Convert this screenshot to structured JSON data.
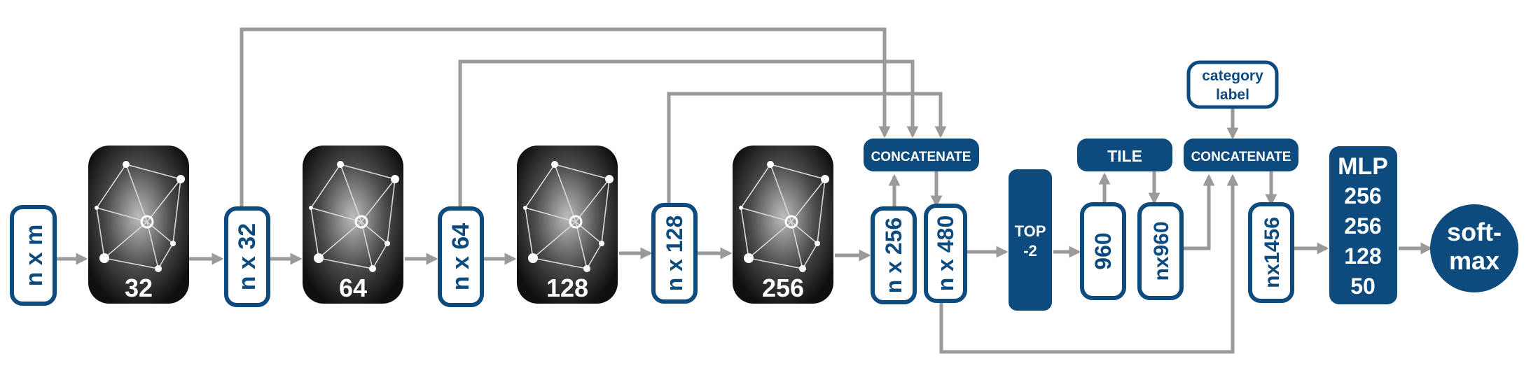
{
  "colors": {
    "accent": "#0d4a7e",
    "arrow": "#9a9a9a",
    "graph_bg": "#111111"
  },
  "features": {
    "input": "n x m",
    "f32": "n x 32",
    "f64": "n x 64",
    "f128": "n x 128",
    "f256": "n x 256",
    "f480": "n x 480",
    "g960": "960",
    "t960": "nx960",
    "f1456": "nx1456"
  },
  "graph_layers": {
    "l1": "32",
    "l2": "64",
    "l3": "128",
    "l4": "256"
  },
  "ops": {
    "concat1": "CONCATENATE",
    "concat2": "CONCATENATE",
    "tile": "TILE",
    "top2_line1": "TOP",
    "top2_line2": "-2",
    "category_line1": "category",
    "category_line2": "label"
  },
  "mlp": {
    "title": "MLP",
    "layers": [
      "256",
      "256",
      "128",
      "50"
    ]
  },
  "softmax": {
    "line1": "soft-",
    "line2": "max"
  }
}
